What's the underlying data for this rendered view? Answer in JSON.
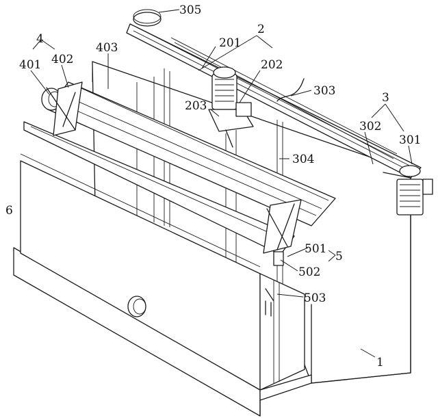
{
  "diagram": {
    "labels": [
      {
        "id": "l305",
        "text": "305"
      },
      {
        "id": "l2",
        "text": "2"
      },
      {
        "id": "l201",
        "text": "201"
      },
      {
        "id": "l202",
        "text": "202"
      },
      {
        "id": "l403",
        "text": "403"
      },
      {
        "id": "l4",
        "text": "4"
      },
      {
        "id": "l401",
        "text": "401"
      },
      {
        "id": "l402",
        "text": "402"
      },
      {
        "id": "l303",
        "text": "303"
      },
      {
        "id": "l203",
        "text": "203"
      },
      {
        "id": "l3",
        "text": "3"
      },
      {
        "id": "l302",
        "text": "302"
      },
      {
        "id": "l301",
        "text": "301"
      },
      {
        "id": "l304",
        "text": "304"
      },
      {
        "id": "l6",
        "text": "6"
      },
      {
        "id": "l501",
        "text": "501"
      },
      {
        "id": "l5",
        "text": "5"
      },
      {
        "id": "l502",
        "text": "502"
      },
      {
        "id": "l503",
        "text": "503"
      },
      {
        "id": "l1",
        "text": "1"
      }
    ]
  }
}
